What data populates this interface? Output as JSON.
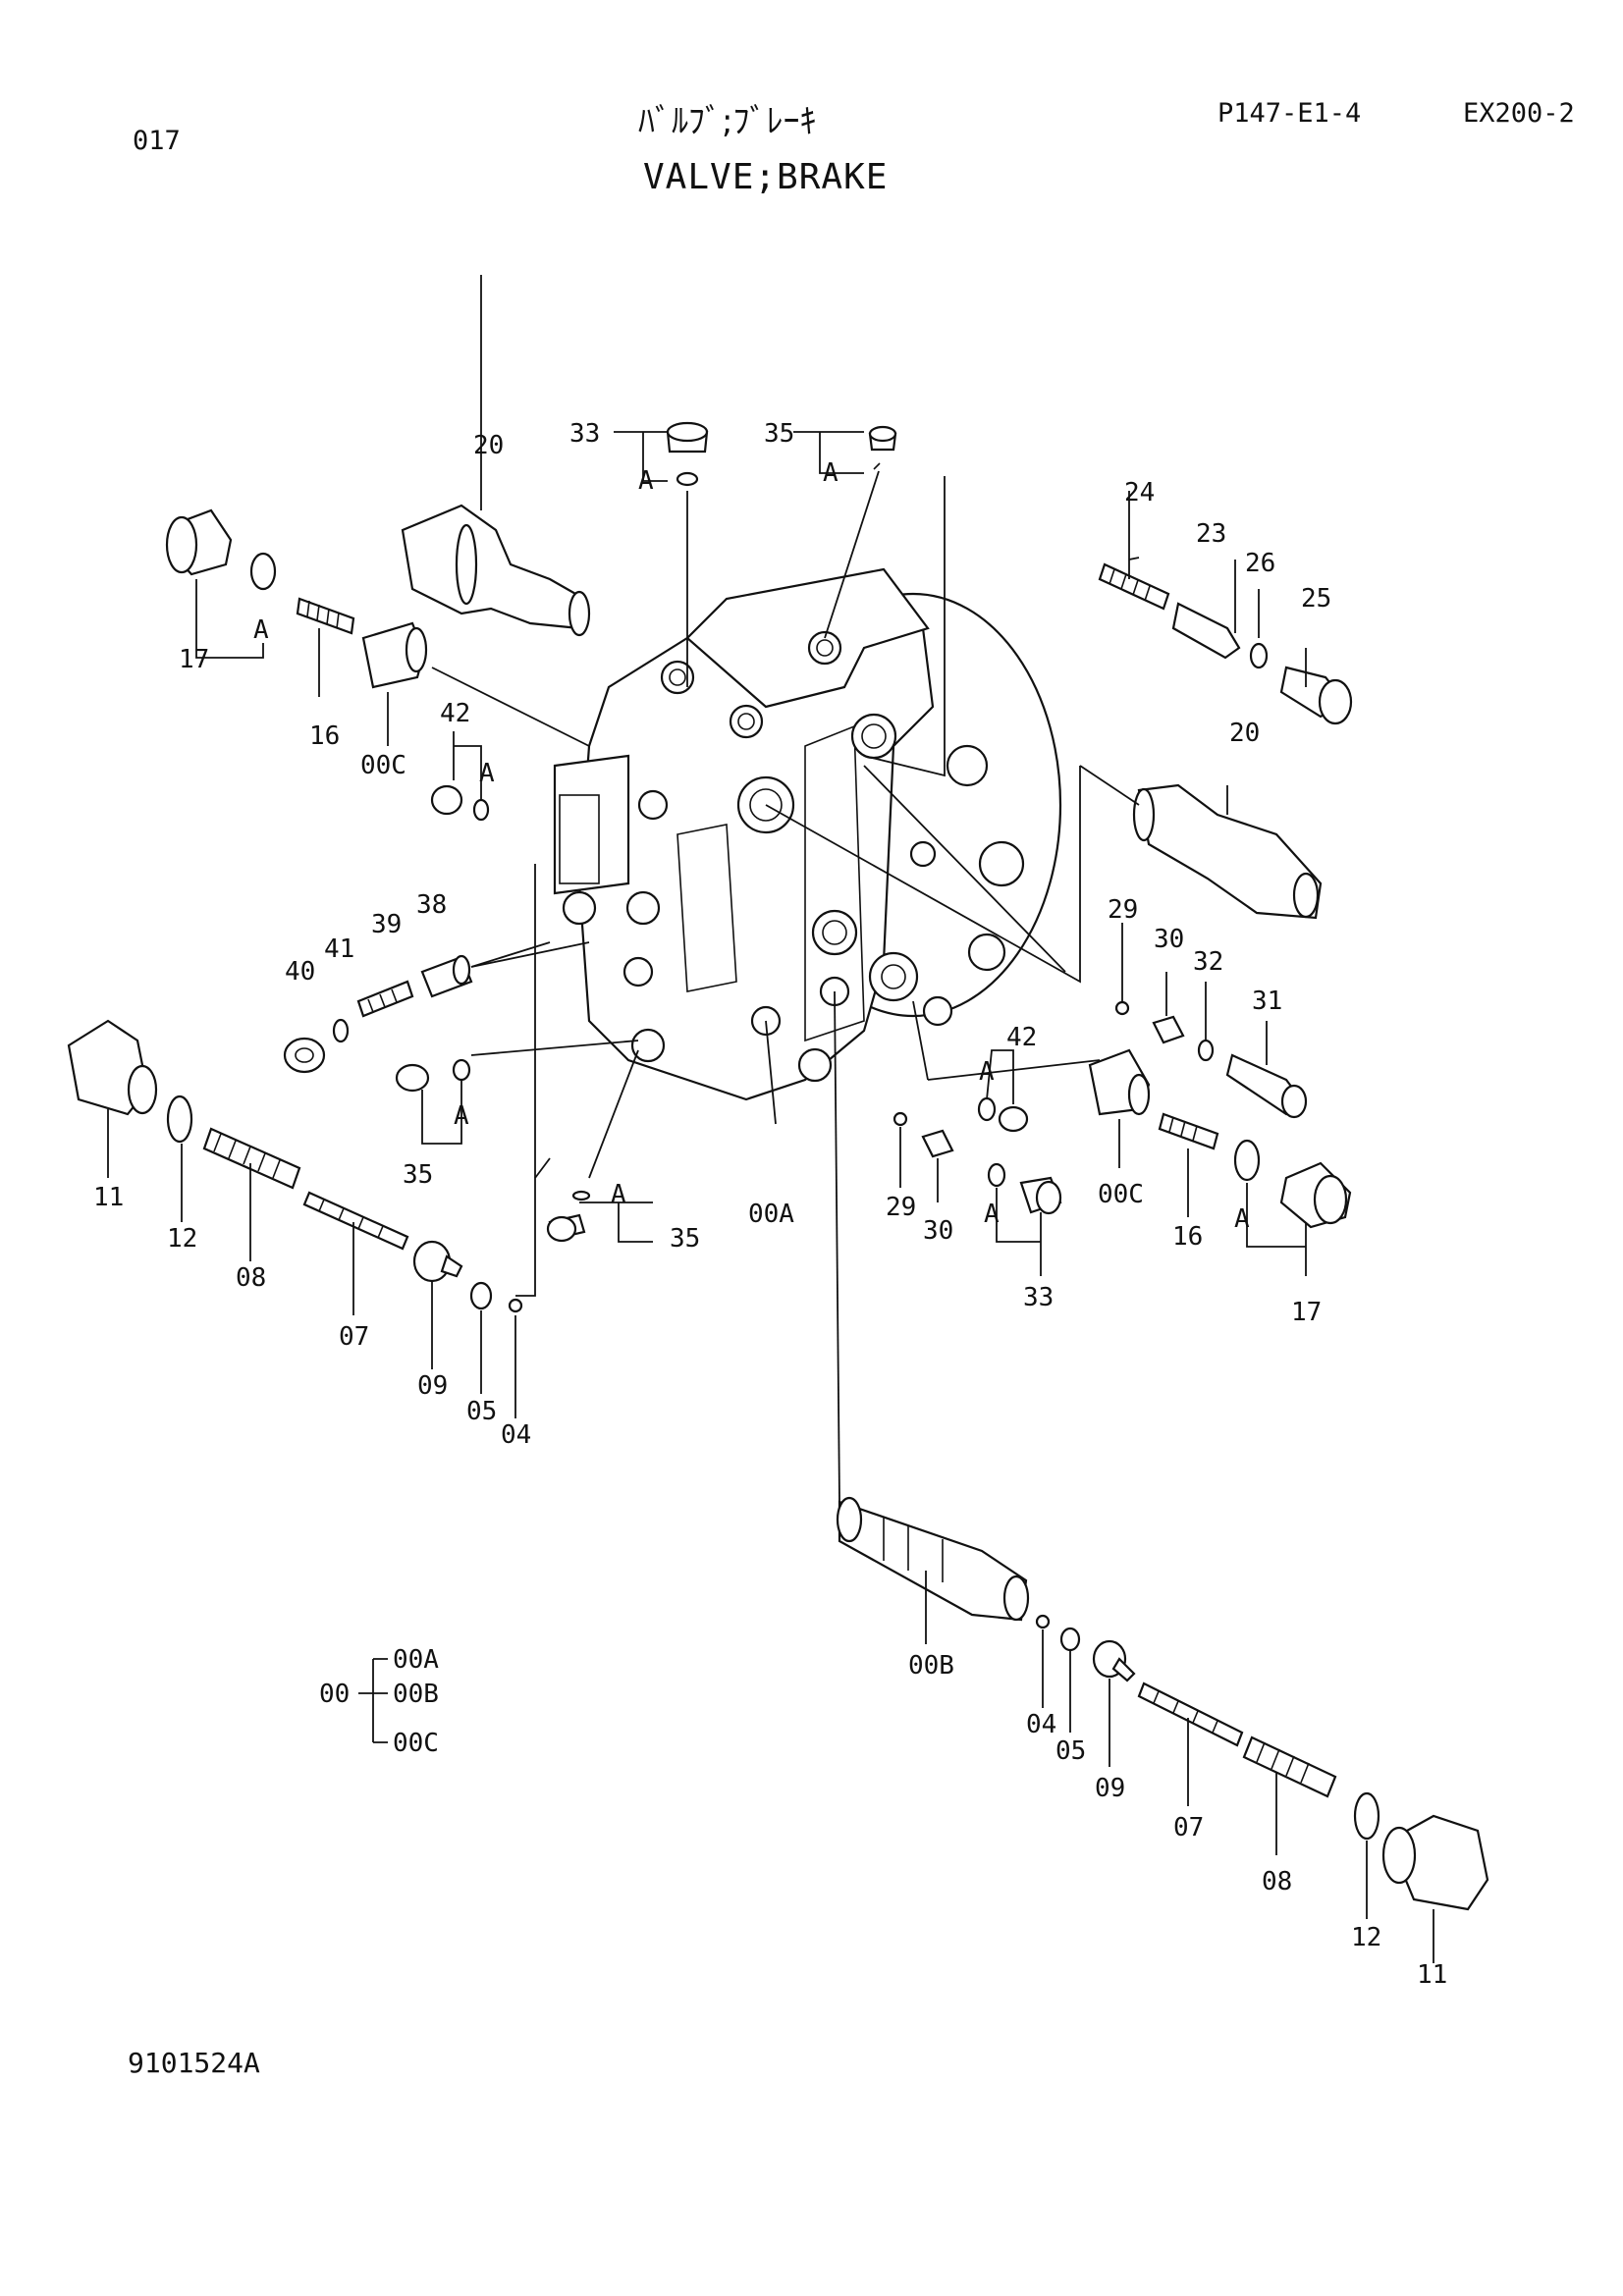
{
  "header": {
    "page_number": "017",
    "title_jp": "ﾊﾞﾙﾌﾞ;ﾌﾞﾚｰｷ",
    "title_en": "VALVE;BRAKE",
    "page_code": "P147-E1-4",
    "model": "EX200-2"
  },
  "footer": {
    "drawing_no": "9101524A"
  },
  "legend": {
    "root": "00",
    "items": [
      "00A",
      "00B",
      "00C"
    ]
  },
  "callouts": {
    "c01": "33",
    "c02": "A",
    "c03": "35",
    "c04": "A",
    "c05": "20",
    "c06": "17",
    "c07": "A",
    "c08": "16",
    "c09": "00C",
    "c10": "42",
    "c11": "A",
    "c12": "24",
    "c13": "23",
    "c14": "26",
    "c15": "25",
    "c16": "20",
    "c17": "38",
    "c18": "39",
    "c19": "41",
    "c20": "40",
    "c21": "35",
    "c22": "A",
    "c23": "11",
    "c24": "12",
    "c25": "08",
    "c26": "07",
    "c27": "09",
    "c28": "05",
    "c29": "04",
    "c30": "A",
    "c31": "35",
    "c32": "00A",
    "c33": "29",
    "c34": "30",
    "c35": "32",
    "c36": "31",
    "c37": "42",
    "c38": "A",
    "c39": "00C",
    "c40": "16",
    "c41": "A",
    "c42": "17",
    "c43": "29",
    "c44": "30",
    "c45": "A",
    "c46": "33",
    "c47": "00B",
    "c48": "04",
    "c49": "05",
    "c50": "09",
    "c51": "07",
    "c52": "08",
    "c53": "12",
    "c54": "11"
  }
}
